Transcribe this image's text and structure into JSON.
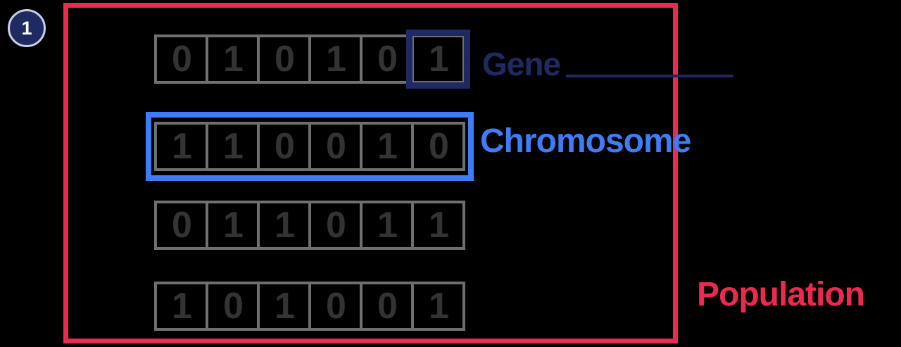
{
  "badge": {
    "label": "1"
  },
  "labels": {
    "gene": "Gene",
    "chromosome": "Chromosome",
    "population": "Population"
  },
  "population": {
    "chromosomes": [
      {
        "bits": [
          "0",
          "1",
          "0",
          "1",
          "0",
          "1"
        ],
        "gene_highlight_index": 5
      },
      {
        "bits": [
          "1",
          "1",
          "0",
          "0",
          "1",
          "0"
        ],
        "outline": "chromosome"
      },
      {
        "bits": [
          "0",
          "1",
          "1",
          "0",
          "1",
          "1"
        ]
      },
      {
        "bits": [
          "1",
          "0",
          "1",
          "0",
          "0",
          "1"
        ]
      }
    ]
  },
  "colors": {
    "background": "#000000",
    "population_border": "#ee2950",
    "gene_accent": "#1f2a63",
    "chromosome_accent": "#3f7df8",
    "cell_border": "#6f6f6f",
    "digit": "#333333"
  }
}
